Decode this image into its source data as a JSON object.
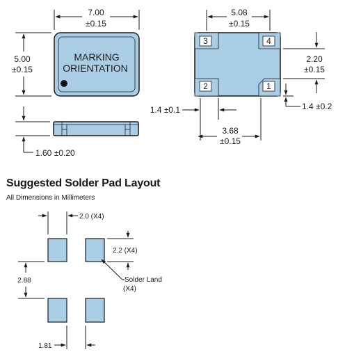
{
  "colors": {
    "body_fill": "#aacde6",
    "outline": "#1a1a1a",
    "pad_fill": "#aacde6"
  },
  "top_view": {
    "width_value": "7.00",
    "width_tol": "±0.15",
    "height_value": "5.00",
    "height_tol": "±0.15",
    "marking_line1": "MARKING",
    "marking_line2": "ORIENTATION"
  },
  "side_view": {
    "thickness": "1.60 ±0.20"
  },
  "bottom_view": {
    "pins": [
      "3",
      "4",
      "2",
      "1"
    ],
    "pitch_value": "5.08",
    "pitch_tol": "±0.15",
    "pad_height_value": "2.20",
    "pad_height_tol": "±0.15",
    "pad_left_width": "1.4 ±0.1",
    "pad_right_width": "1.4 ±0.2",
    "inner_gap_value": "3.68",
    "inner_gap_tol": "±0.15"
  },
  "solder_layout": {
    "title": "Suggested Solder Pad Layout",
    "subtitle": "All Dimensions in Millimeters",
    "pad_width": "2.0 (X4)",
    "pad_height": "2.2 (X4)",
    "vertical_pitch": "2.88",
    "horizontal_gap": "1.81",
    "land_label_line1": "Solder Land",
    "land_label_line2": "(X4)"
  }
}
